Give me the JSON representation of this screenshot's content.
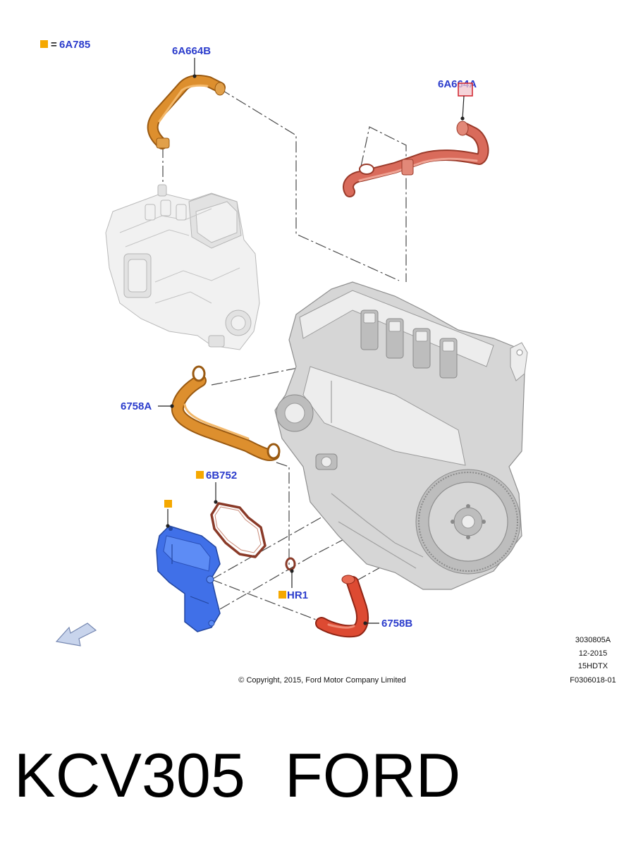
{
  "legend": {
    "equals": "=",
    "code": "6A785"
  },
  "parts": {
    "upper_left_hose": "6A664B",
    "upper_right_hose": "6A664A",
    "middle_pipe": "6758A",
    "gasket": "6B752",
    "seal": "HR1",
    "lower_hose": "6758B"
  },
  "document": {
    "ref": "3030805A",
    "date": "12-2015",
    "model_code": "15HDTX",
    "figure_id": "F0306018-01",
    "copyright": "© Copyright, 2015, Ford Motor Company Limited"
  },
  "caption": {
    "part_number": "KCV305",
    "brand": "FORD"
  },
  "colors": {
    "label_text": "#2b3ccc",
    "legend_square": "#f5a800",
    "hose_orange": "#d8892c",
    "hose_salmon": "#d86a5a",
    "hose_red": "#d9442e",
    "separator_blue": "#3f6fe6",
    "gasket_brown": "#8a3a28"
  }
}
